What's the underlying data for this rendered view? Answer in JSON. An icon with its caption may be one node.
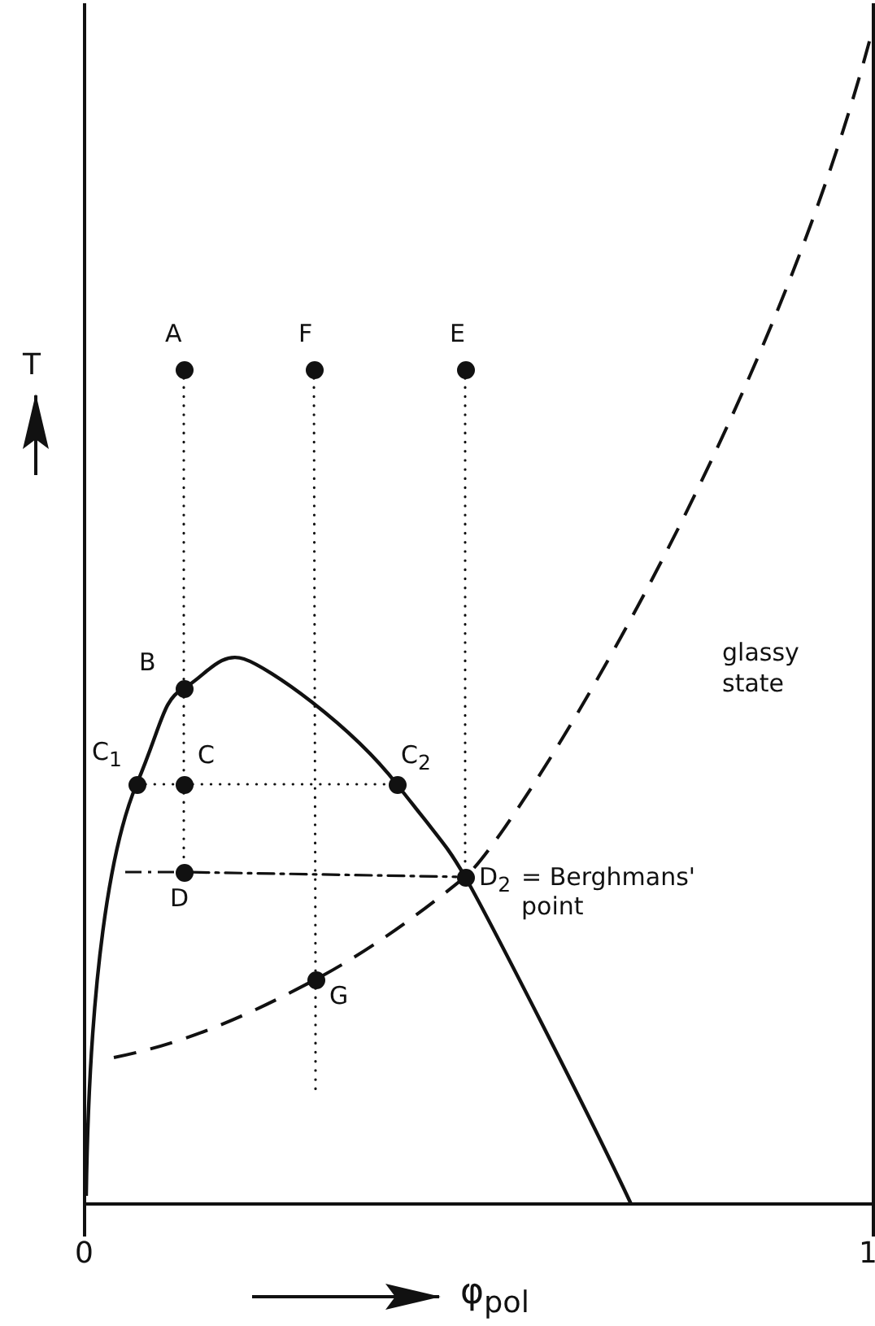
{
  "diagram": {
    "nodes": [
      {
        "text": [
          "A"
        ]
      },
      {
        "text": [
          "F"
        ]
      },
      {
        "text": [
          "E"
        ]
      },
      {
        "text": [
          "B"
        ]
      },
      {
        "text": [
          "C$_{1}$"
        ]
      },
      {
        "text": [
          "C"
        ]
      },
      {
        "text": [
          "C$_{2}$"
        ]
      },
      {
        "text": [
          "D"
        ]
      },
      {
        "text": [
          "D$_{2}$"
        ],
        "beside": [
          "= Berghmans' point"
        ]
      },
      {
        "text": [
          "G"
        ]
      }
    ],
    "edges": [
      {
        "from": 0,
        "to": 3,
        "arrow": "none"
      },
      {
        "from": 3,
        "to": 5,
        "arrow": "none"
      },
      {
        "from": 5,
        "to": 7,
        "arrow": "none"
      },
      {
        "from": 1,
        "to": 9,
        "arrow": "none"
      },
      {
        "from": 9,
        "to": null,
        "arrow": "none"
      },
      {
        "from": 2,
        "to": 8,
        "arrow": "none"
      },
      {
        "from": 4,
        "to": 5,
        "arrow": "none"
      },
      {
        "from": 5,
        "to": 6,
        "arrow": "none"
      },
      {
        "from": 7,
        "to": 8,
        "arrow": "none",
        "style": "dashed"
      }
    ],
    "labels": [
      "T",
      "glassy state",
      "0",
      "1",
      "φ$_{pol}$"
    ]
  }
}
